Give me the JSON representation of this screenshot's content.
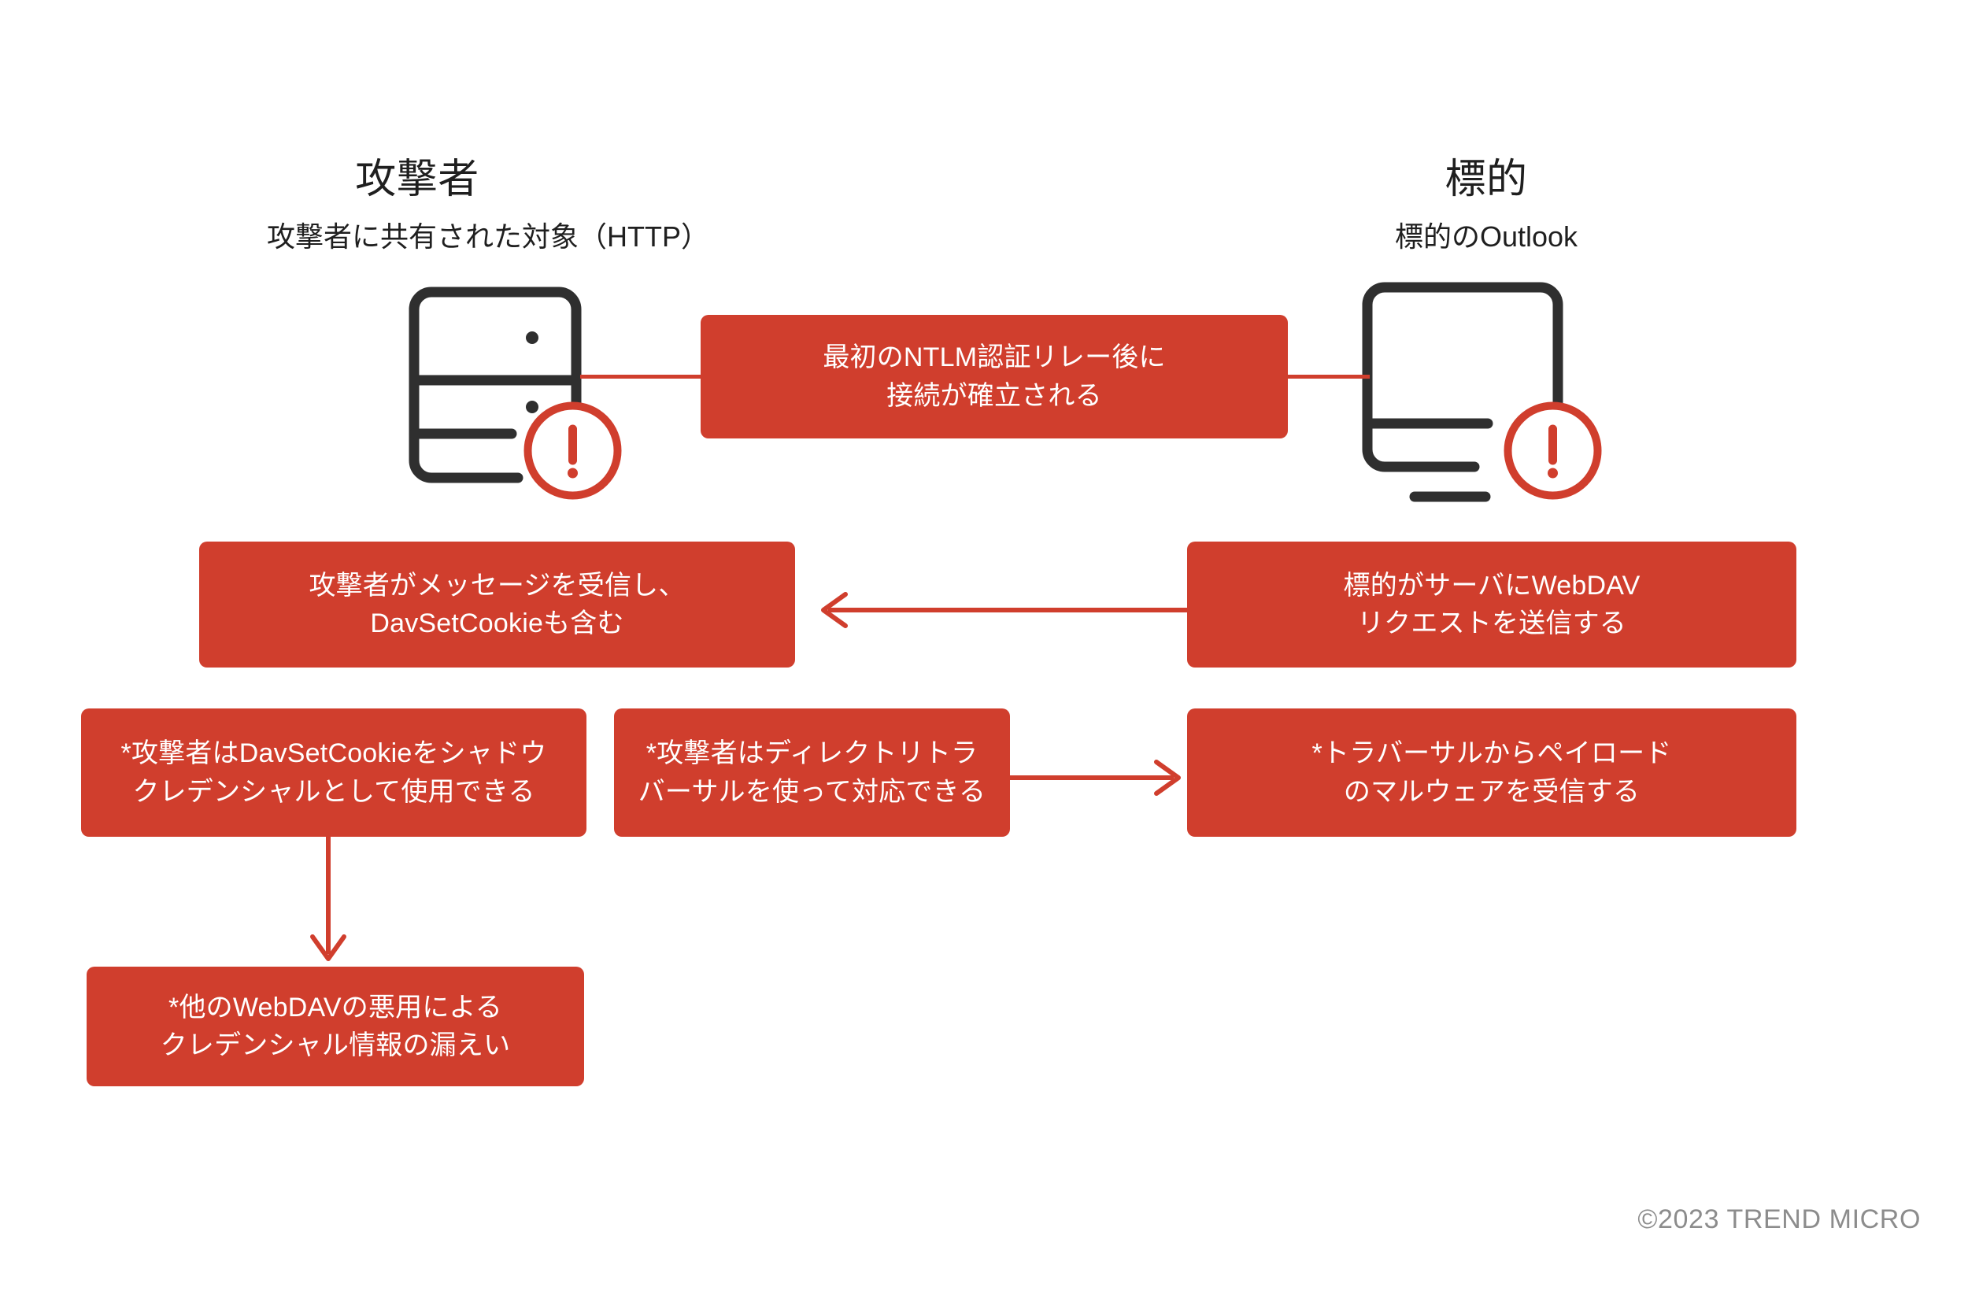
{
  "diagram": {
    "background_color": "#ffffff",
    "accent_color": "#d03e2d",
    "ink_color": "#2f2f2f"
  },
  "actors": [
    {
      "id": "attacker",
      "title": "攻撃者",
      "subtitle": "攻撃者に共有された対象（HTTP）",
      "icon": "server-icon",
      "badge": "alert-exclamation-icon"
    },
    {
      "id": "target",
      "title": "標的",
      "subtitle": "標的のOutlook",
      "icon": "desktop-monitor-icon",
      "badge": "alert-exclamation-icon"
    }
  ],
  "boxes": [
    {
      "id": "ntlm-relay",
      "text": "最初のNTLM認証リレー後に\n接続が確立される"
    },
    {
      "id": "attacker-receives-message",
      "text": "攻撃者がメッセージを受信し、\nDavSetCookieも含む"
    },
    {
      "id": "target-sends-webdav",
      "text": "標的がサーバにWebDAV\nリクエストを送信する"
    },
    {
      "id": "shadow-credential",
      "text": "*攻撃者はDavSetCookieをシャドウ\nクレデンシャルとして使用できる"
    },
    {
      "id": "directory-traversal",
      "text": "*攻撃者はディレクトリトラ\nバーサルを使って対応できる"
    },
    {
      "id": "payload-malware",
      "text": "*トラバーサルからペイロード\nのマルウェアを受信する"
    },
    {
      "id": "credential-leak",
      "text": "*他のWebDAVの悪用による\nクレデンシャル情報の漏えい"
    }
  ],
  "connectors": [
    {
      "id": "attacker-to-ntlm",
      "kind": "line",
      "direction": "none"
    },
    {
      "id": "ntlm-to-target",
      "kind": "line",
      "direction": "none"
    },
    {
      "id": "webdav-to-attacker",
      "kind": "arrow",
      "direction": "left"
    },
    {
      "id": "traversal-to-payload",
      "kind": "arrow",
      "direction": "right"
    },
    {
      "id": "shadow-to-leak",
      "kind": "arrow",
      "direction": "down"
    }
  ],
  "footer": {
    "copyright": "©2023 TREND MICRO"
  }
}
